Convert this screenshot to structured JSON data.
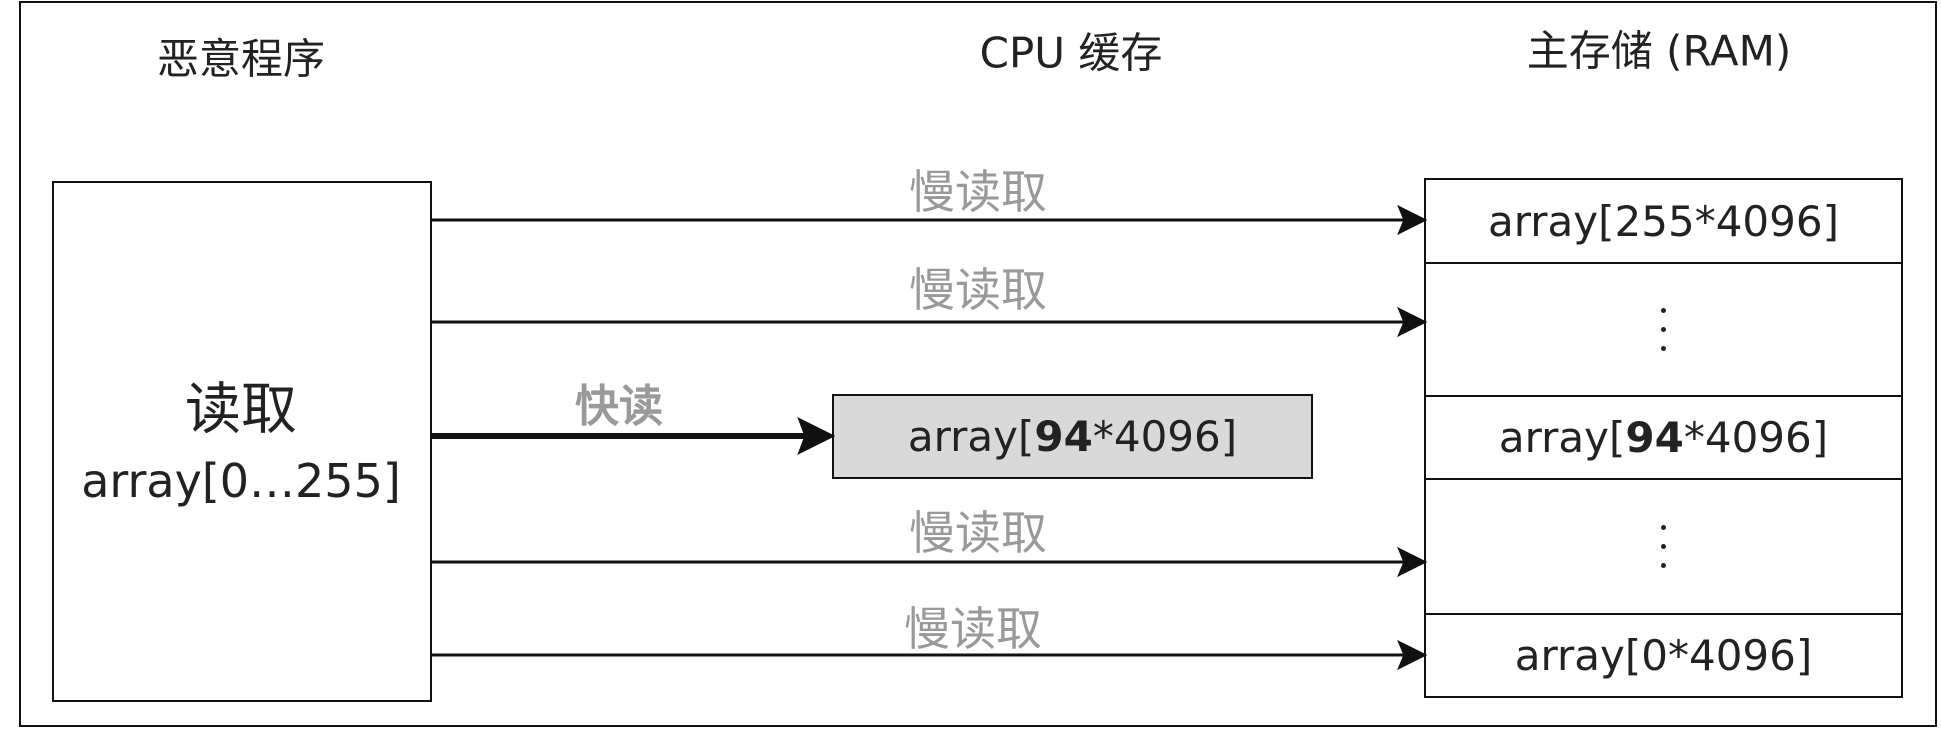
{
  "headers": {
    "malware": "恶意程序",
    "cache": "CPU 缓存",
    "ram": "主存储 (RAM)"
  },
  "program": {
    "action": "读取",
    "target": "array[0…255]"
  },
  "labels": {
    "slow": "慢读取",
    "fast": "快读"
  },
  "cache_entry": {
    "prefix": "array[",
    "index": "94",
    "suffix": "*4096]"
  },
  "ram_cells": {
    "top": "array[255*4096]",
    "mid_prefix": "array[",
    "mid_index": "94",
    "mid_suffix": "*4096]",
    "bottom": "array[0*4096]"
  },
  "colors": {
    "cache_fill": "#d9d9d9",
    "label_gray": "#999999"
  }
}
